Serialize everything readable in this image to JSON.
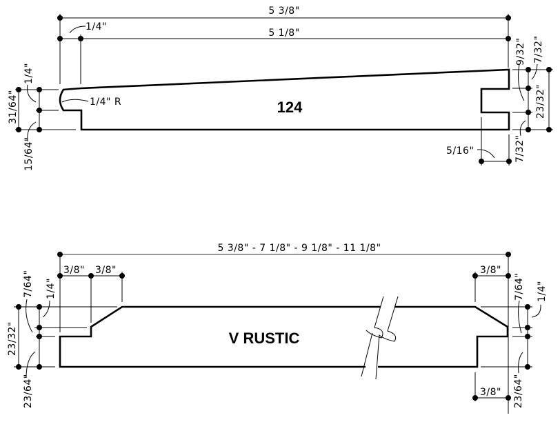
{
  "profile_124": {
    "name": "124",
    "dimensions": {
      "overall_width": "5 3/8\"",
      "face_width": "5 1/8\"",
      "lip_offset": "1/4\"",
      "radius": "1/4\" R",
      "left_lip_height": "1/4\"",
      "left_total_thickness": "31/64\"",
      "left_lower_thickness": "15/64\"",
      "right_top_offset": "9/32\"",
      "right_top_small": "7/32\"",
      "right_total_thickness": "23/32\"",
      "right_bottom_small": "7/32\"",
      "groove_depth": "5/16\""
    }
  },
  "profile_v_rustic": {
    "name": "V  RUSTIC",
    "dimensions": {
      "widths": "5 3/8\"  -  7 1/8\"  -  9 1/8\"  -  11 1/8\"",
      "left_step_1": "3/8\"",
      "left_step_2": "3/8\"",
      "left_small_thickness": "7/64\"",
      "left_bevel_height": "1/4\"",
      "left_total_thickness": "23/32\"",
      "left_lower_thickness": "23/64\"",
      "right_top_step": "3/8\"",
      "right_small_thickness": "7/64\"",
      "right_bevel_height": "1/4\"",
      "right_lower_thickness": "23/64\"",
      "right_bottom_step": "3/8\""
    }
  }
}
